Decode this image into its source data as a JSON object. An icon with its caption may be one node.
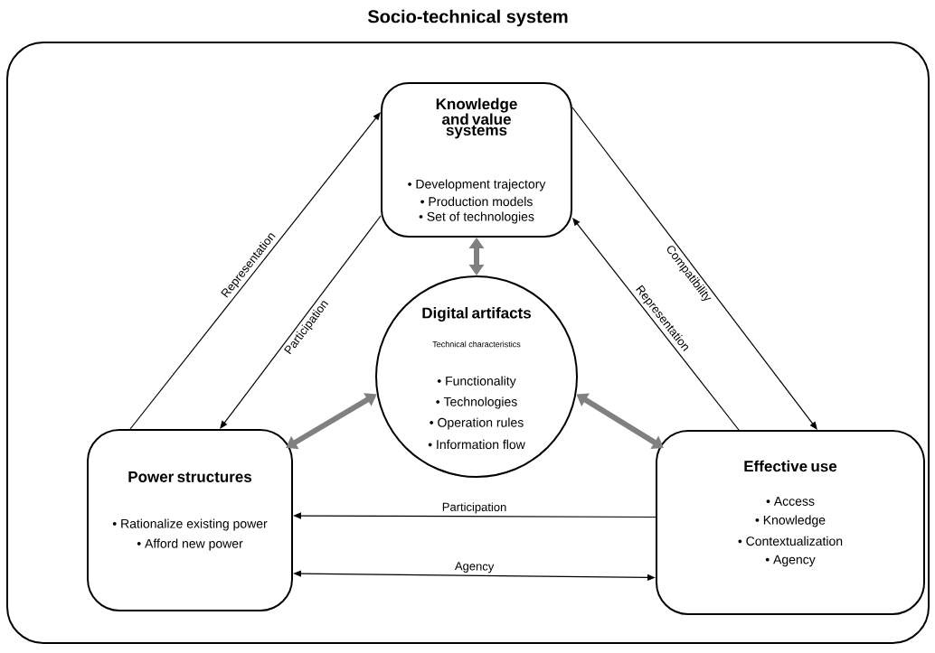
{
  "diagram": {
    "nodes": [
      {
        "text": [
          "Socio-technical system"
        ]
      },
      {
        "text": [
          "Knowledge and value systems",
          "• Development trajectory",
          "• Production models",
          "• Set of technologies"
        ],
        "in": 0
      },
      {
        "text": [
          "Digital artifacts",
          "Technical characteristics",
          "• Functionality",
          "• Technologies",
          "• Operation rules",
          "• Information flow"
        ],
        "in": 0
      },
      {
        "text": [
          "Power structures",
          "• Rationalize existing power",
          "• Afford new power"
        ],
        "in": 0
      },
      {
        "text": [
          "Effective use",
          "• Access",
          "• Knowledge",
          "• Contextualization",
          "• Agency"
        ],
        "in": 0
      }
    ],
    "edges": [
      {
        "from": 3,
        "to": 1,
        "arrow": "to",
        "label": "Representation"
      },
      {
        "from": 1,
        "to": 3,
        "arrow": "to",
        "label": "Participation"
      },
      {
        "from": 1,
        "to": 4,
        "arrow": "to",
        "label": "Compatibility"
      },
      {
        "from": 4,
        "to": 1,
        "arrow": "to",
        "label": "Representation"
      },
      {
        "from": 1,
        "to": 2,
        "arrow": "both",
        "style": "thick",
        "color": "#808080"
      },
      {
        "from": 2,
        "to": 3,
        "arrow": "both",
        "style": "thick",
        "color": "#808080"
      },
      {
        "from": 2,
        "to": 4,
        "arrow": "both",
        "style": "thick",
        "color": "#808080"
      },
      {
        "from": 4,
        "to": 3,
        "arrow": "to",
        "label": "Participation"
      },
      {
        "from": 3,
        "to": 4,
        "arrow": "both",
        "label": "Agency"
      }
    ]
  }
}
